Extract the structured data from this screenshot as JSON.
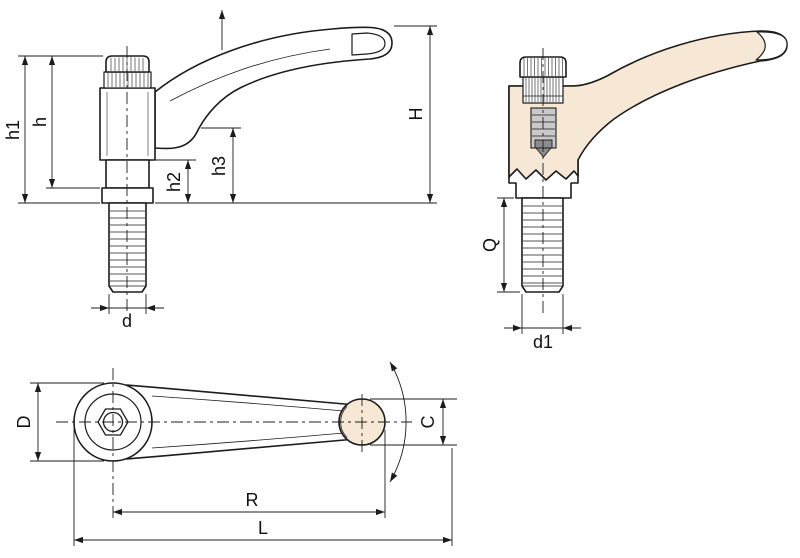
{
  "drawing": {
    "colors": {
      "line": "#1c1c1c",
      "body_fill": "#f7e8d6",
      "screw_fill": "#c9c9c9",
      "screw_dark_fill": "#8d8d8d",
      "background": "#ffffff"
    },
    "views": {
      "front": {
        "dims": {
          "h1": "h1",
          "h": "h",
          "h2": "h2",
          "h3": "h3",
          "d": "d",
          "H": "H"
        }
      },
      "section": {
        "dims": {
          "Q": "Q",
          "d1": "d1"
        }
      },
      "top": {
        "dims": {
          "D": "D",
          "C": "C",
          "R": "R",
          "L": "L"
        }
      }
    }
  }
}
